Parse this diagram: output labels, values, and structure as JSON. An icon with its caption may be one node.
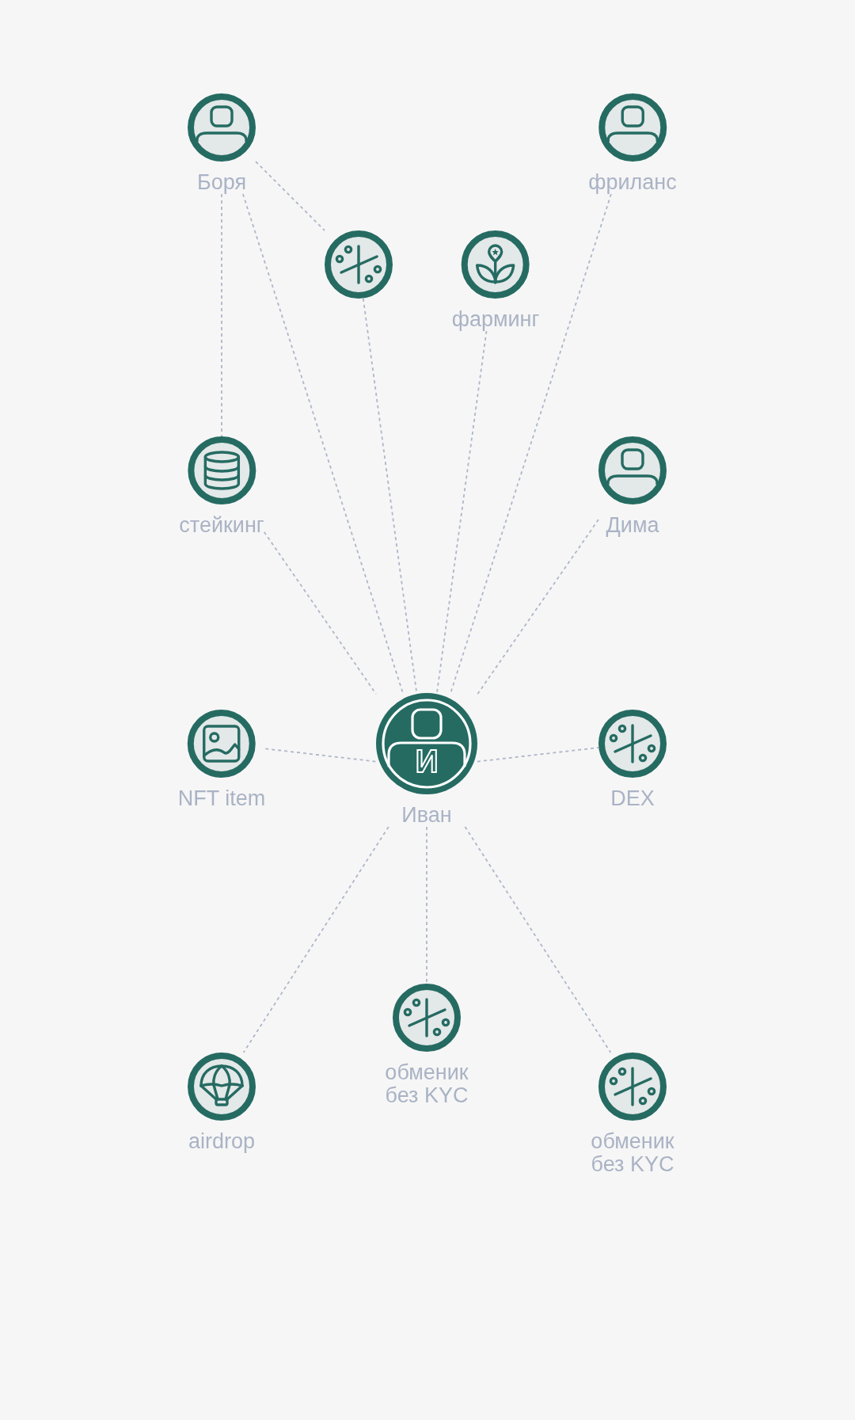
{
  "diagram": {
    "nodes": [
      {
        "text": [
          "Боря"
        ]
      },
      {
        "text": [
          "фриланс"
        ]
      },
      {
        "text": [],
        "shape": "circle"
      },
      {
        "text": [
          "фарминг"
        ]
      },
      {
        "text": [
          "стейкинг"
        ]
      },
      {
        "text": [
          "Дима"
        ]
      },
      {
        "text": [
          "NFT item"
        ]
      },
      {
        "text": [
          "И",
          "Иван"
        ]
      },
      {
        "text": [
          "DEX"
        ]
      },
      {
        "text": [
          "обменик без KYC"
        ]
      },
      {
        "text": [
          "airdrop"
        ]
      },
      {
        "text": [
          "обменик без KYC"
        ]
      }
    ],
    "edges": [
      {
        "from": 0,
        "to": 2,
        "arrow": "none",
        "style": "dashed"
      },
      {
        "from": 0,
        "to": 4,
        "arrow": "none",
        "style": "dashed"
      },
      {
        "from": 0,
        "to": 7,
        "arrow": "none",
        "style": "dashed"
      },
      {
        "from": 2,
        "to": 7,
        "arrow": "none",
        "style": "dashed"
      },
      {
        "from": 3,
        "to": 7,
        "arrow": "none",
        "style": "dashed"
      },
      {
        "from": 1,
        "to": 7,
        "arrow": "none",
        "style": "dashed"
      },
      {
        "from": 4,
        "to": 7,
        "arrow": "none",
        "style": "dashed"
      },
      {
        "from": 5,
        "to": 7,
        "arrow": "none",
        "style": "dashed"
      },
      {
        "from": 6,
        "to": 7,
        "arrow": "none",
        "style": "dashed"
      },
      {
        "from": 7,
        "to": 8,
        "arrow": "none",
        "style": "dashed"
      },
      {
        "from": 7,
        "to": 9,
        "arrow": "none",
        "style": "dashed"
      },
      {
        "from": 7,
        "to": 10,
        "arrow": "none",
        "style": "dashed"
      },
      {
        "from": 7,
        "to": 11,
        "arrow": "none",
        "style": "dashed"
      }
    ]
  }
}
